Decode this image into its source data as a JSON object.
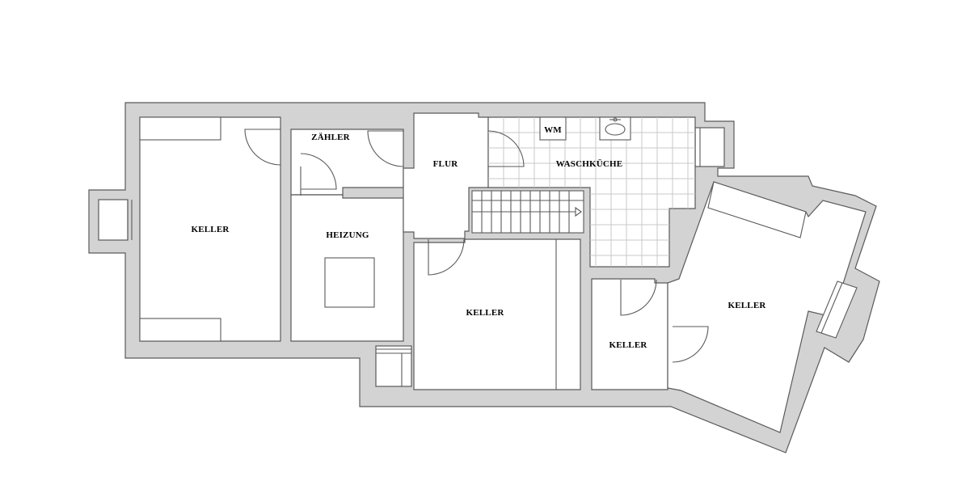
{
  "plan": {
    "rooms": {
      "keller_left": "KELLER",
      "zaehler": "ZÄHLER",
      "heizung": "HEIZUNG",
      "flur": "FLUR",
      "waschkueche": "WASCHKÜCHE",
      "keller_middle": "KELLER",
      "keller_small": "KELLER",
      "keller_right": "KELLER"
    },
    "fixtures": {
      "washing_machine": "WM"
    },
    "colors": {
      "wall": "#d3d3d3",
      "line": "#5a5a5a",
      "tile": "#c8c8c8"
    }
  }
}
